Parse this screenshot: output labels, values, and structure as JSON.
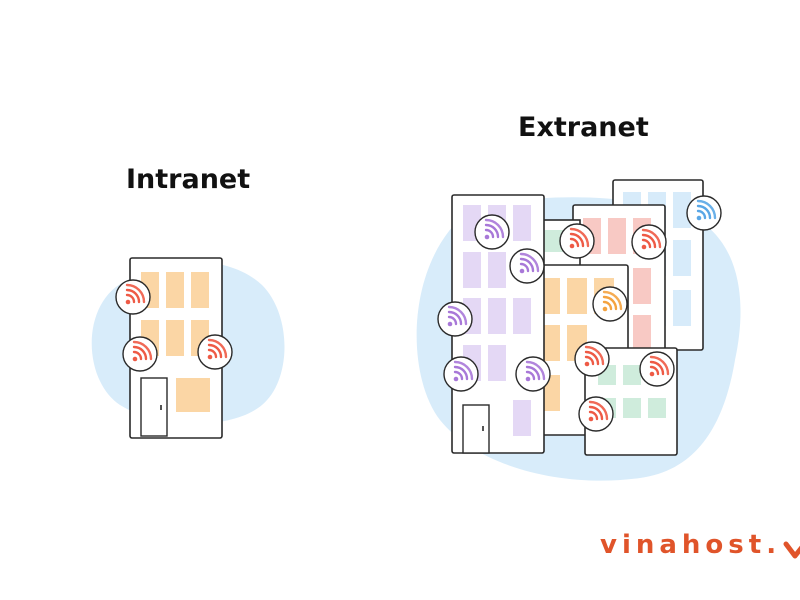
{
  "diagram": {
    "left_title": "Intranet",
    "right_title": "Extranet"
  },
  "brand": {
    "name": "vinahost.",
    "accent_color": "#e0542a"
  },
  "icons": [
    "wifi-signal-icon",
    "door-icon",
    "checkmark-icon"
  ],
  "colors": {
    "blob": "#d8ecfa",
    "outline": "#2a2a2a",
    "window_orange": "#fbd6a5",
    "window_purple": "#e4d8f5",
    "window_red": "#f8c9c4",
    "window_blue": "#d7ebfa",
    "window_green": "#cfecdc",
    "wifi_red": "#ee5a45",
    "wifi_purple": "#a878d8",
    "wifi_orange": "#f4a340",
    "wifi_blue": "#5aa7e6"
  }
}
